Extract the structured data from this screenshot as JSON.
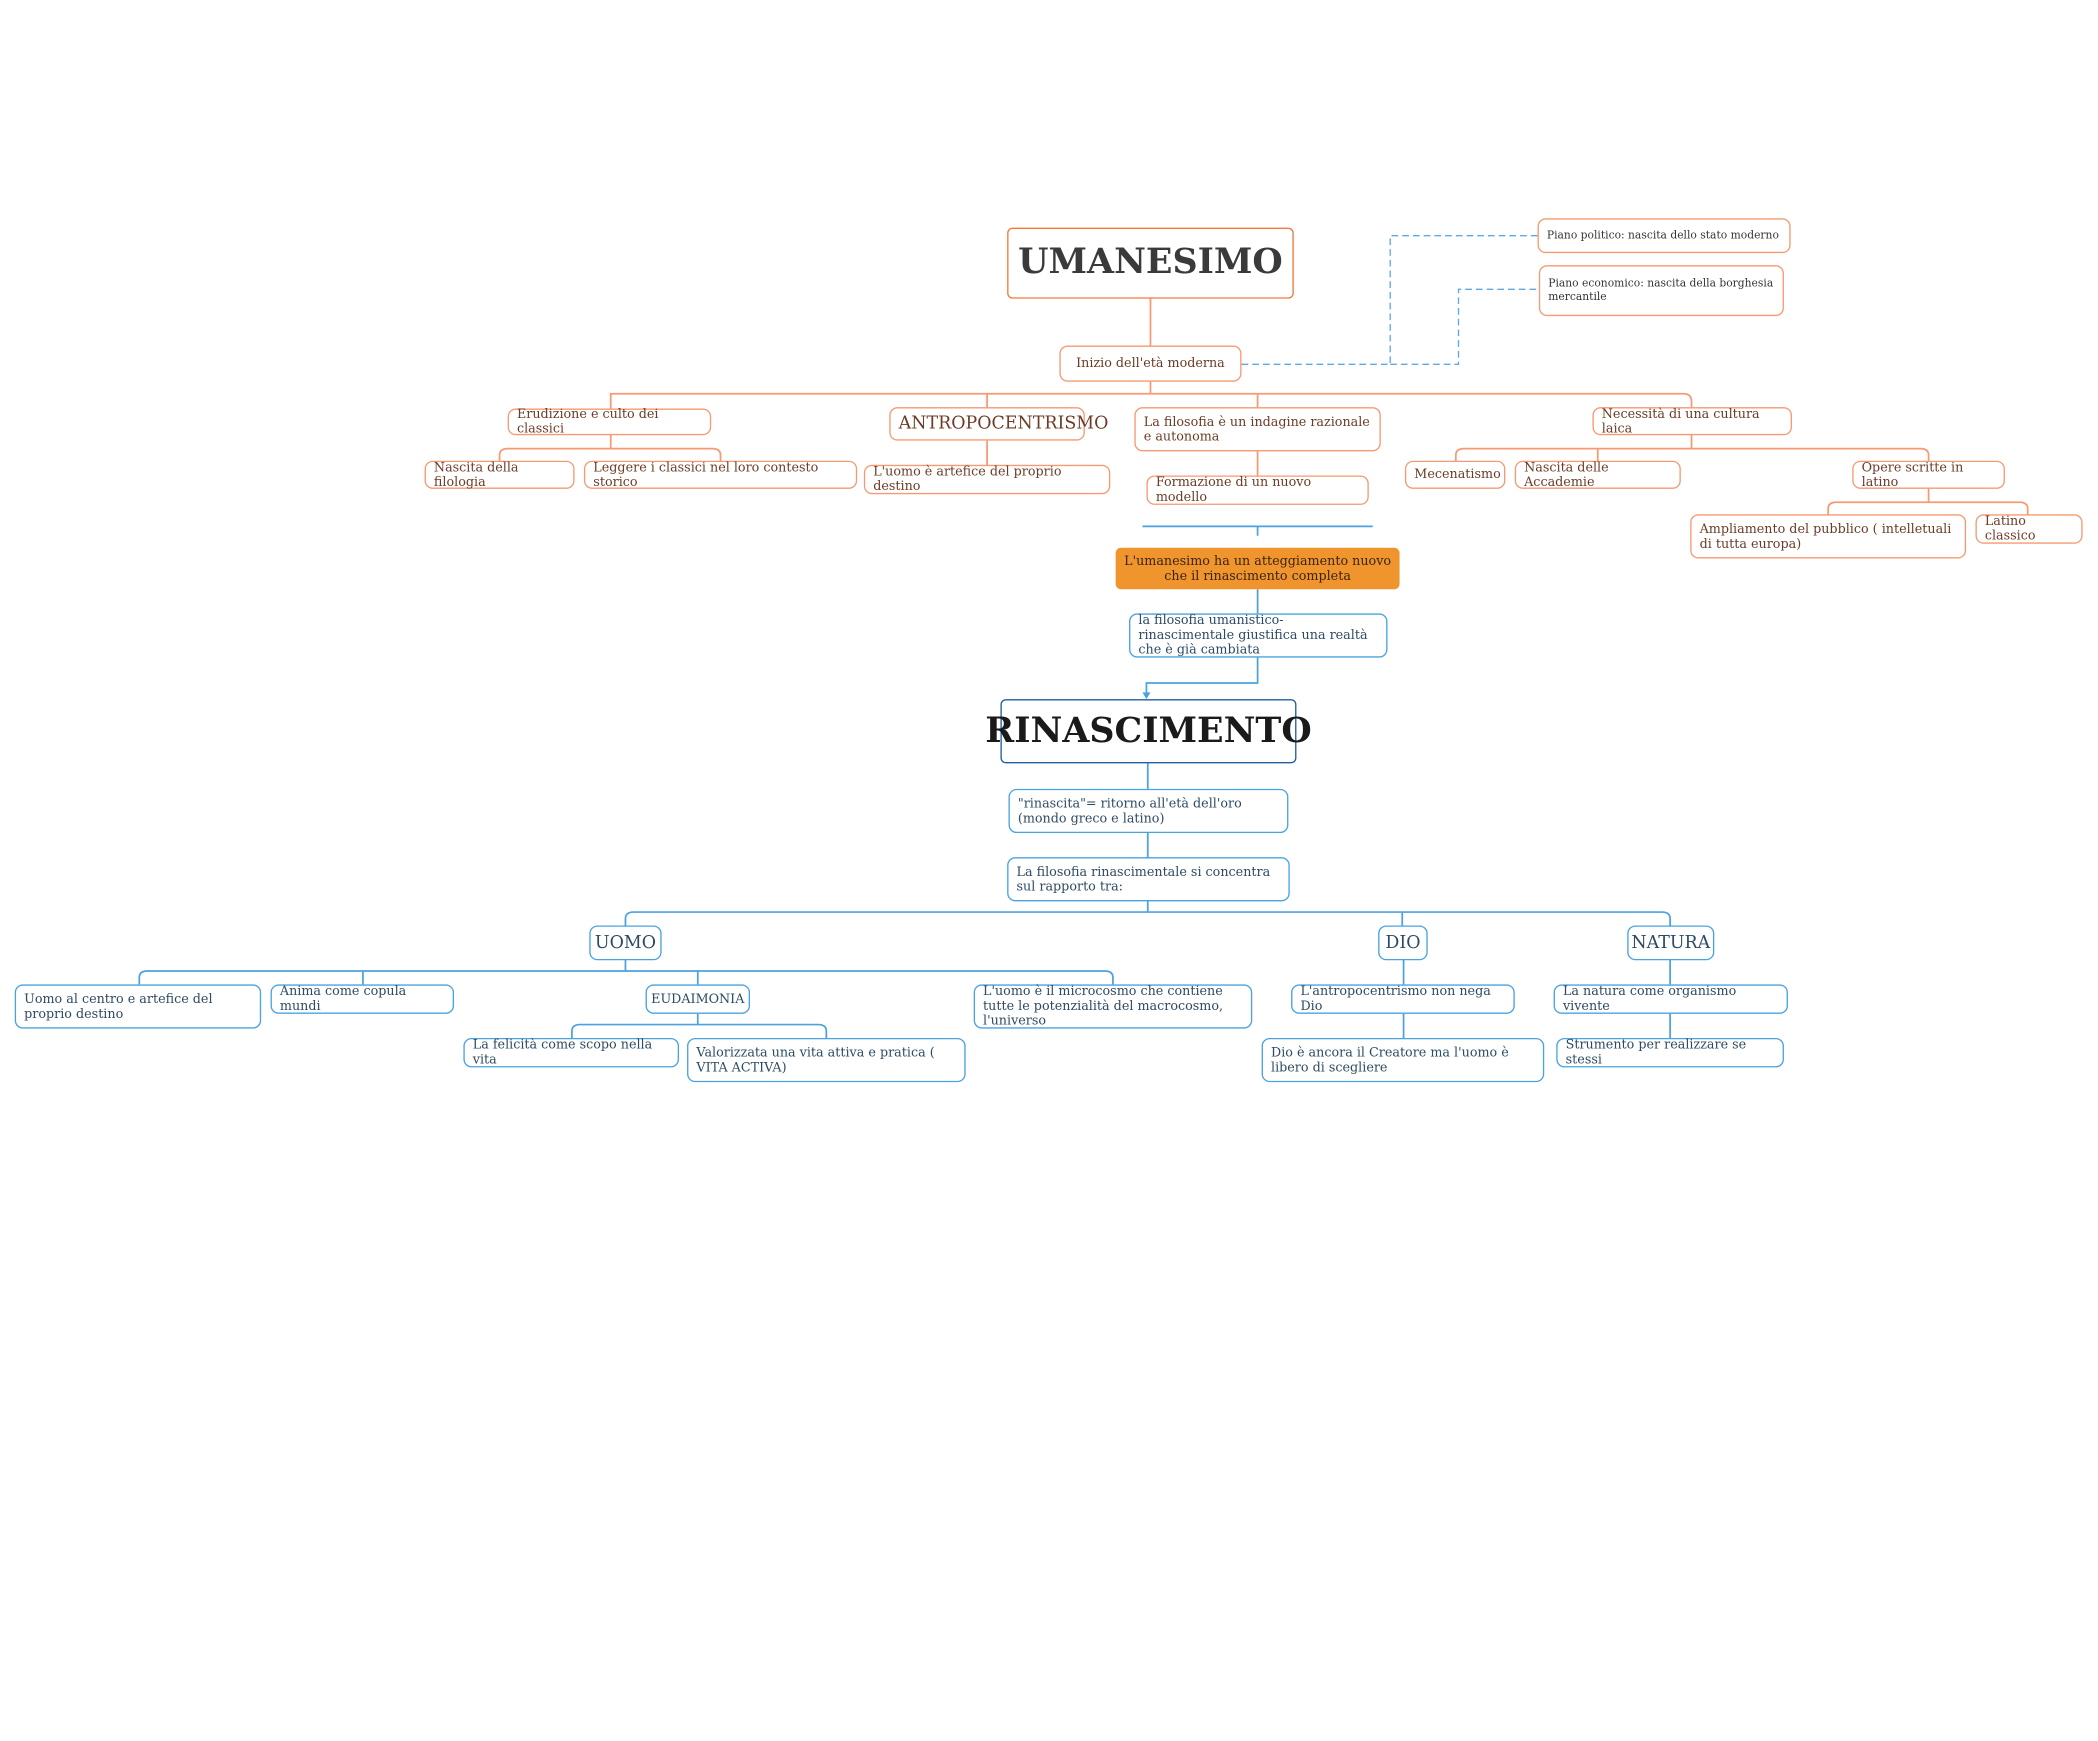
{
  "umanesimo": {
    "title": "UMANESIMO",
    "inizio": "Inizio dell'età moderna",
    "piano_politico": "Piano politico: nascita dello stato moderno",
    "piano_economico": "Piano economico: nascita della borghesia mercantile",
    "erudizione": "Erudizione e culto dei classici",
    "filologia": "Nascita della filologia",
    "leggere_classici": "Leggere i classici nel loro contesto storico",
    "antropocentrismo": "ANTROPOCENTRISMO",
    "artefice": "L'uomo è artefice del proprio destino",
    "filosofia_indagine": "La filosofia è un indagine razionale e autonoma",
    "nuovo_modello": "Formazione di un nuovo modello",
    "cultura_laica": "Necessità di una cultura laica",
    "mecenatismo": "Mecenatismo",
    "accademie": "Nascita delle Accademie",
    "opere_latino": "Opere scritte in latino",
    "ampliamento": "Ampliamento del pubblico ( intelletuali di tutta europa)",
    "latino_classico": "Latino classico"
  },
  "bridge": {
    "atteggiamento": "L'umanesimo ha un atteggiamento nuovo che il rinascimento completa",
    "giustifica": "la filosofia umanistico-rinascimentale giustifica una realtà che è già cambiata"
  },
  "rinascimento": {
    "title": "RINASCIMENTO",
    "rinascita": "\"rinascita\"= ritorno all'età dell'oro (mondo greco e latino)",
    "concentra": "La filosofia rinascimentale si concentra sul rapporto tra:",
    "uomo": "UOMO",
    "dio": "DIO",
    "natura": "NATURA",
    "uomo_centro": "Uomo al centro e artefice del proprio destino",
    "copula": "Anima come copula mundi",
    "eudaimonia": "EUDAIMONIA",
    "felicita": "La felicità come scopo nella vita",
    "vita_attiva": "Valorizzata una vita attiva e pratica ( VITA ACTIVA)",
    "microcosmo": "L'uomo è il microcosmo che contiene tutte le potenzialità del macrocosmo, l'universo",
    "non_nega": "L'antropocentrismo non nega Dio",
    "creatore": "Dio è ancora il Creatore ma l'uomo è libero di scegliere",
    "organismo": "La natura come organismo vivente",
    "strumento": "Strumento per realizzare se stessi"
  },
  "colors": {
    "orange_border": "#f59a72",
    "orange_title": "#f07a3a",
    "blue_border": "#4aa3df",
    "blue_title": "#1f5f9c",
    "highlight": "#f0952e"
  }
}
